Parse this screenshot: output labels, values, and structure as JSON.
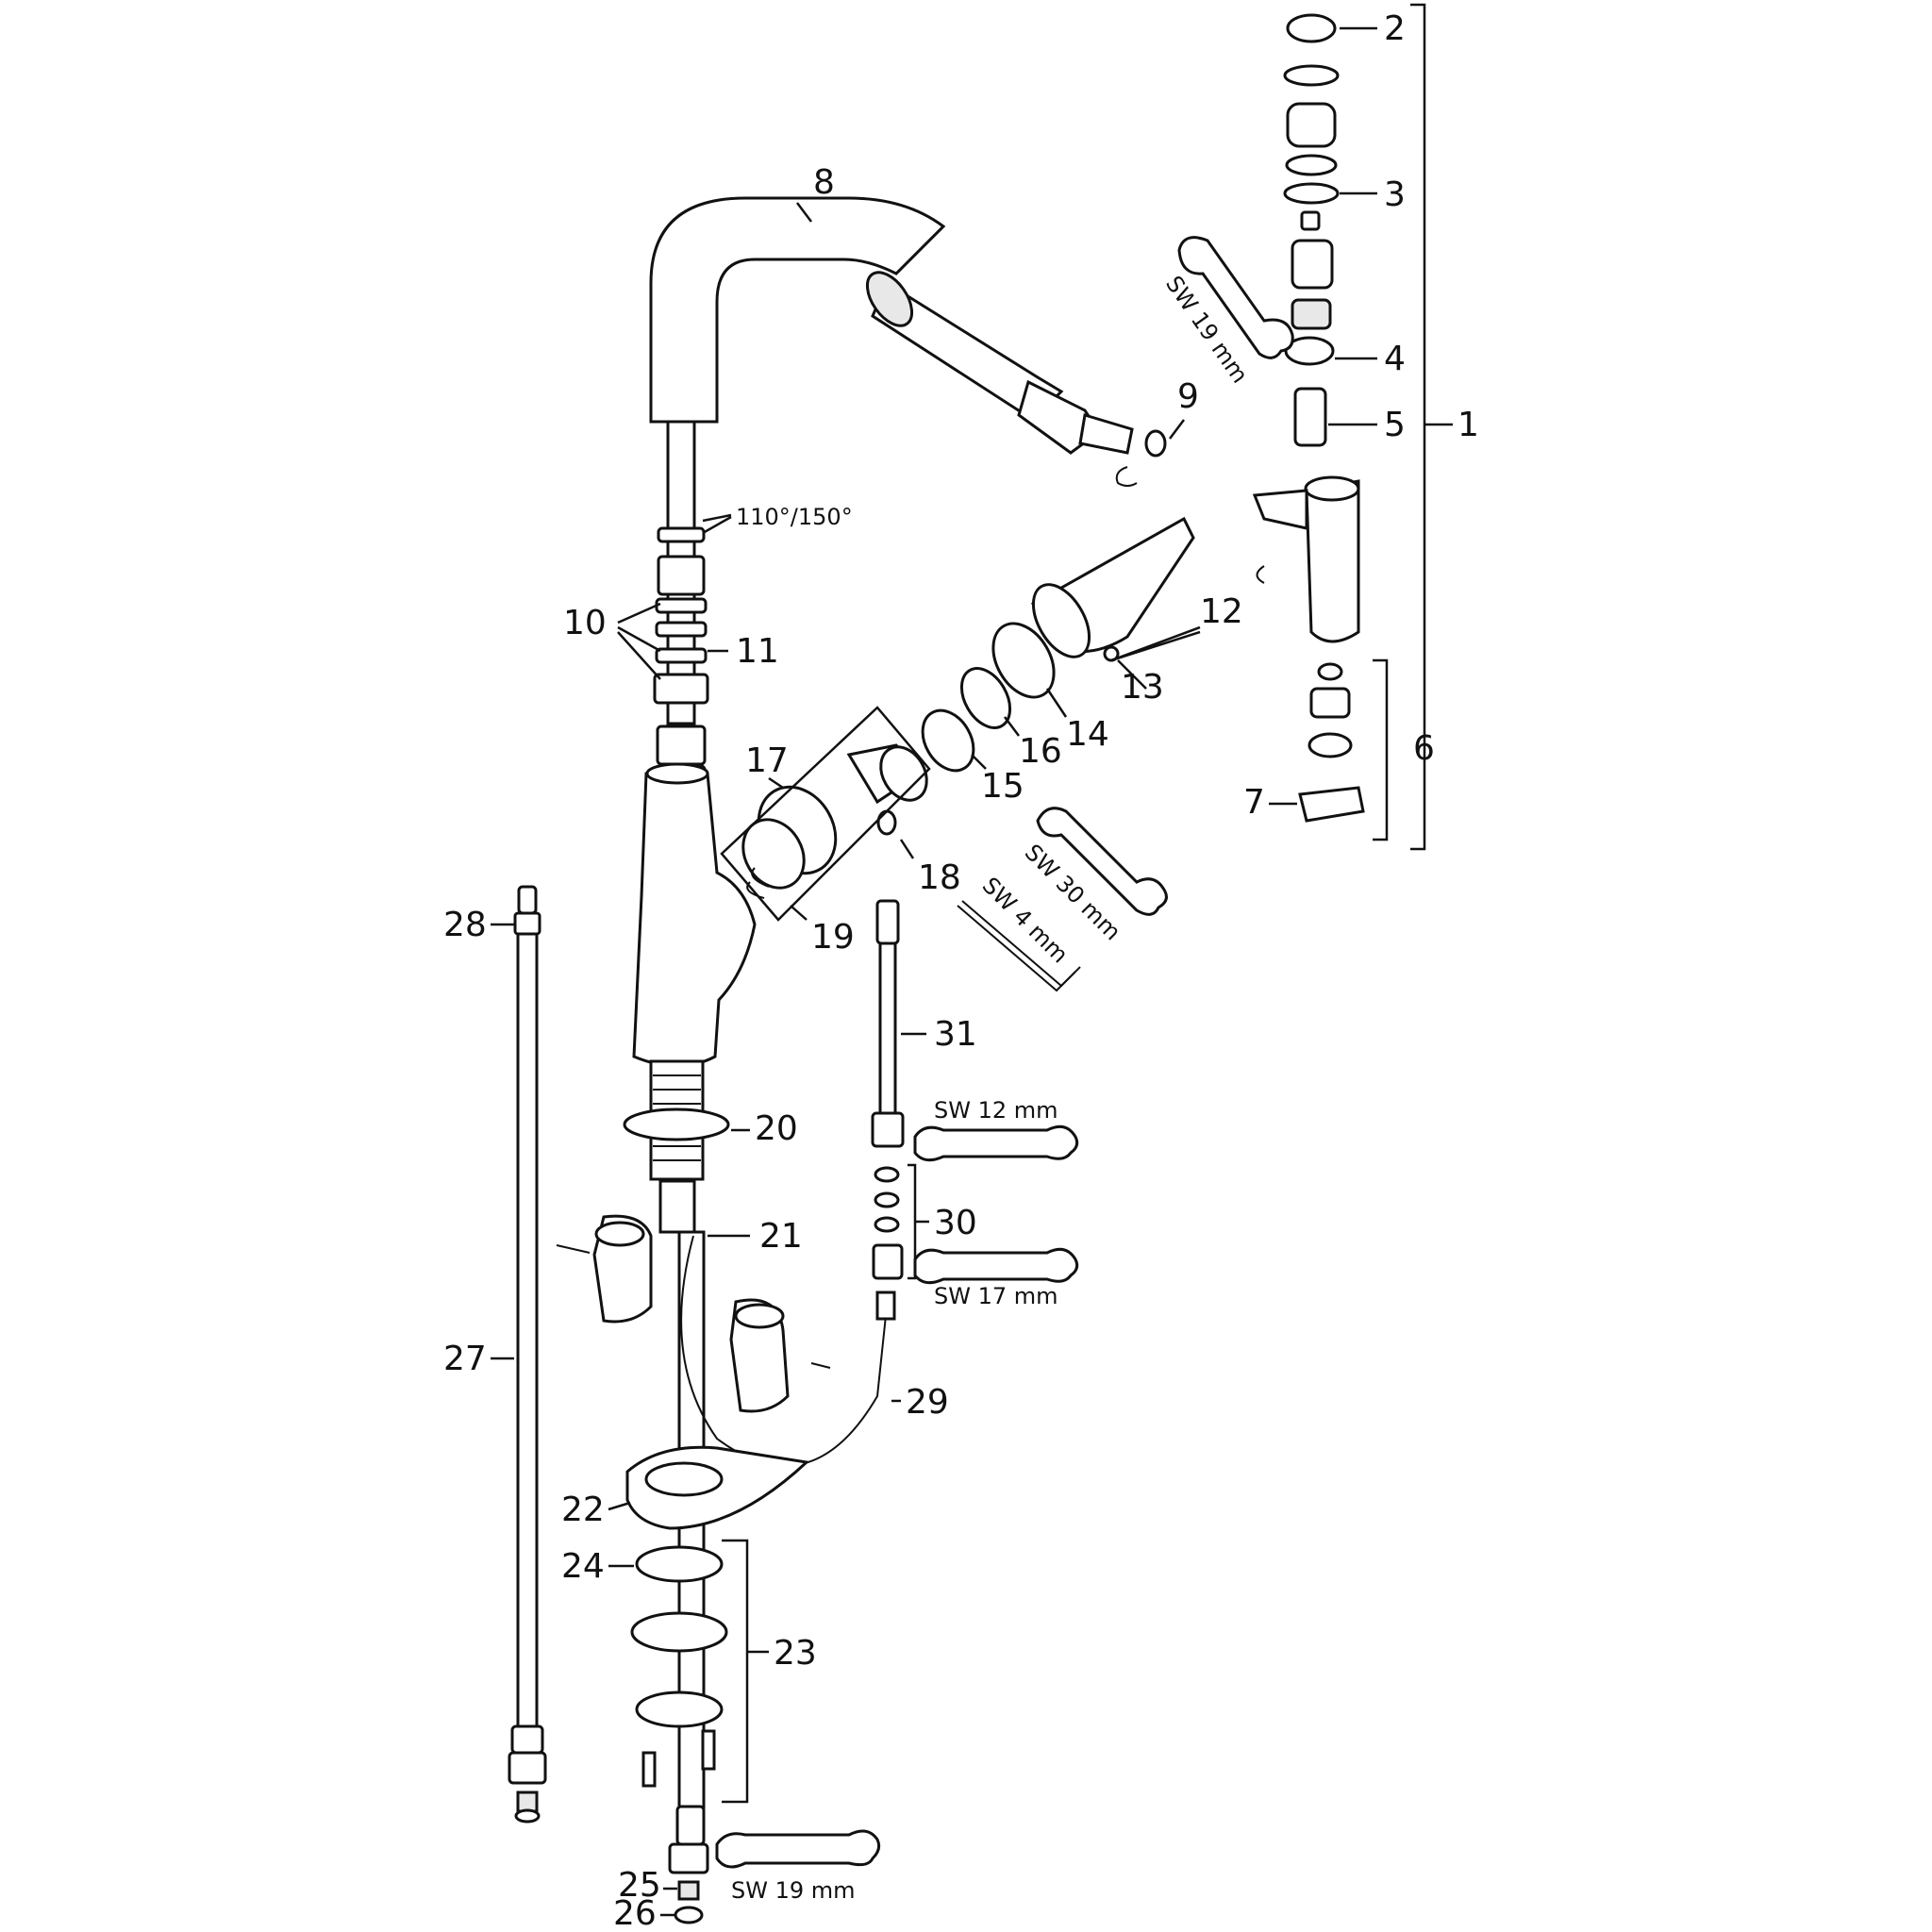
{
  "callouts": {
    "c1": "1",
    "c2": "2",
    "c3": "3",
    "c4": "4",
    "c5": "5",
    "c6": "6",
    "c7": "7",
    "c8": "8",
    "c9": "9",
    "c10": "10",
    "c11": "11",
    "c12": "12",
    "c13": "13",
    "c14": "14",
    "c15": "15",
    "c16": "16",
    "c17": "17",
    "c18": "18",
    "c19": "19",
    "c20": "20",
    "c21": "21",
    "c22": "22",
    "c23": "23",
    "c24": "24",
    "c25": "25",
    "c26": "26",
    "c27": "27",
    "c28": "28",
    "c29": "29",
    "c30": "30",
    "c31": "31"
  },
  "angle_note": "110°/150°",
  "tools": {
    "sw19_top": "SW 19 mm",
    "sw30": "SW 30 mm",
    "sw4": "SW 4 mm",
    "sw12": "SW 12 mm",
    "sw17": "SW 17 mm",
    "sw19_bottom": "SW 19 mm"
  }
}
